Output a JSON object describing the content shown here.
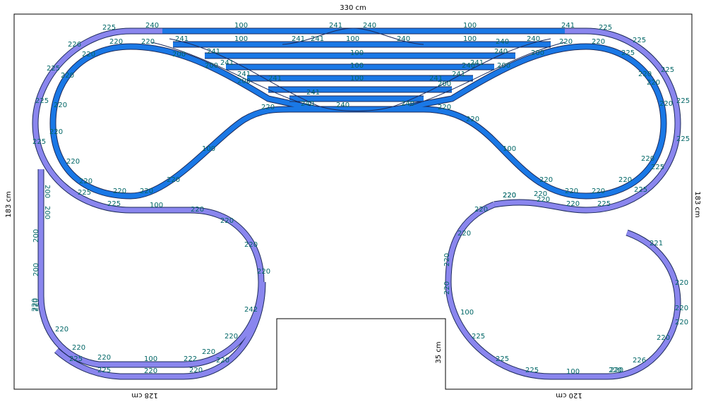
{
  "colors": {
    "main_track": "#1a78e6",
    "upper_track": "#8a86ee",
    "track_edge": "#1c2a5a",
    "label": "#006666",
    "outline": "#000000"
  },
  "dimensions": {
    "top_width": "330 cm",
    "left_height": "183 cm",
    "right_height": "183 cm",
    "bottom_left_width": "128 cm",
    "bottom_right_width": "120 cm",
    "cutout_depth": "35 cm"
  },
  "track_labels": [
    "240",
    "100",
    "241",
    "240",
    "100",
    "241",
    "225",
    "225",
    "241",
    "100",
    "241",
    "240",
    "100",
    "240",
    "225",
    "220",
    "220",
    "241",
    "100",
    "241",
    "240",
    "220",
    "226",
    "225",
    "220",
    "200",
    "241",
    "100",
    "241",
    "240",
    "200",
    "220",
    "220",
    "225",
    "220",
    "200",
    "241",
    "100",
    "241",
    "240",
    "200",
    "220",
    "225",
    "225",
    "220",
    "200",
    "241",
    "100",
    "241",
    "200",
    "220",
    "225",
    "220",
    "220",
    "240",
    "241",
    "240",
    "240",
    "220",
    "220",
    "225",
    "225",
    "220",
    "220",
    "100",
    "100",
    "220",
    "225",
    "220",
    "220",
    "220",
    "220",
    "220",
    "220",
    "220",
    "225",
    "225",
    "220",
    "220",
    "220",
    "225",
    "200",
    "200",
    "200",
    "200",
    "220",
    "220",
    "220",
    "220",
    "225",
    "100",
    "220",
    "220",
    "220",
    "220",
    "222",
    "220",
    "220",
    "242",
    "220",
    "220",
    "225",
    "220",
    "225",
    "100",
    "220",
    "220",
    "220",
    "220",
    "220",
    "220",
    "220",
    "220",
    "220",
    "100",
    "225",
    "225",
    "225",
    "100",
    "220",
    "226",
    "220",
    "221",
    "220",
    "220"
  ]
}
